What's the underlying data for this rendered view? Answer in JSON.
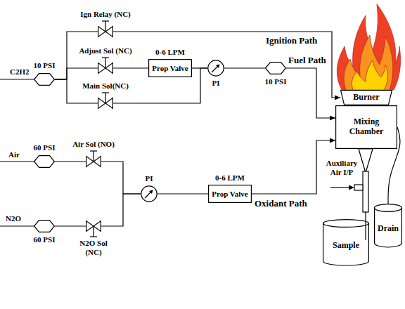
{
  "diagram": {
    "nodes": [
      {
        "text": [
          "10 PSI"
        ]
      },
      {
        "text": [
          "Ign Relay (NC)"
        ]
      },
      {
        "text": [
          "Adjust Sol (NC)"
        ]
      },
      {
        "text": [
          "Main Sol(NC)"
        ]
      },
      {
        "text": [
          "0-6 LPM",
          "Prop Valve"
        ]
      },
      {
        "text": [
          "PI"
        ]
      },
      {
        "text": [
          "10 PSI"
        ]
      },
      {
        "text": [
          "60 PSI"
        ]
      },
      {
        "text": [
          "60 PSI"
        ]
      },
      {
        "text": [
          "Air Sol (NO)"
        ]
      },
      {
        "text": [
          "N2O Sol (NC)"
        ]
      },
      {
        "text": [
          "PI"
        ]
      },
      {
        "text": [
          "0-6 LPM",
          "Prop Valve"
        ]
      },
      {
        "text": [
          "Burner"
        ]
      },
      {
        "text": [
          "Mixing Chamber"
        ]
      },
      {
        "text": [
          "Sample"
        ]
      },
      {
        "text": [
          "Drain"
        ]
      }
    ],
    "edges": [
      {
        "from": 0,
        "to": 1,
        "arrow": "none"
      },
      {
        "from": 0,
        "to": 2,
        "arrow": "none"
      },
      {
        "from": 0,
        "to": 3,
        "arrow": "none"
      },
      {
        "from": 1,
        "to": 13,
        "arrow": "to",
        "label": "Ignition Path"
      },
      {
        "from": 2,
        "to": 4,
        "arrow": "none"
      },
      {
        "from": 3,
        "to": 5,
        "arrow": "none"
      },
      {
        "from": 4,
        "to": 5,
        "arrow": "none"
      },
      {
        "from": 5,
        "to": 6,
        "arrow": "none"
      },
      {
        "from": 6,
        "to": 14,
        "arrow": "to",
        "label": "Fuel Path"
      },
      {
        "from": 7,
        "to": 9,
        "arrow": "none"
      },
      {
        "from": 8,
        "to": 10,
        "arrow": "none"
      },
      {
        "from": 9,
        "to": 11,
        "arrow": "none"
      },
      {
        "from": 10,
        "to": 11,
        "arrow": "none"
      },
      {
        "from": 11,
        "to": 12,
        "arrow": "none"
      },
      {
        "from": 12,
        "to": 14,
        "arrow": "to",
        "label": "Oxidant Path"
      },
      {
        "from": 14,
        "to": 16,
        "arrow": "none"
      }
    ],
    "labels": [
      "C2H2",
      "Air",
      "N2O",
      "Auxiliary Air I/P"
    ]
  }
}
